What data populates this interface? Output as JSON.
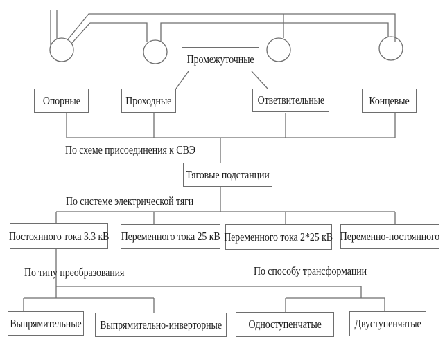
{
  "diagram": {
    "root": "Тяговые подстанции",
    "groups": {
      "connection": {
        "label": "По схеме присоединения к СВЭ",
        "intermediate": "Промежуточные",
        "items": [
          "Опорные",
          "Проходные",
          "Ответвительные",
          "Концевые"
        ]
      },
      "traction": {
        "label": "По системе электрической тяги",
        "items": [
          "Постоянного тока 3.3 кВ",
          "Переменного тока 25 кВ",
          "Переменного тока 2*25 кВ",
          "Переменно-постоянного"
        ]
      },
      "conversion": {
        "label": "По типу преобразования",
        "items": [
          "Выпрямительные",
          "Выпрямительно-инверторные"
        ]
      },
      "transformation": {
        "label": "По способу трансформации",
        "items": [
          "Одноступенчатые",
          "Двуступенчатые"
        ]
      }
    },
    "symbols": [
      "substation-circle-1",
      "substation-circle-2",
      "substation-circle-3",
      "substation-circle-4"
    ]
  }
}
